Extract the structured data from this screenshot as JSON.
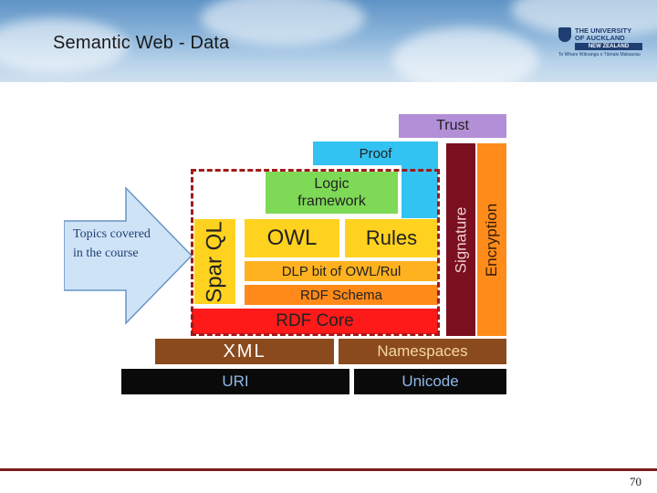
{
  "header": {
    "title": "Semantic Web - Data"
  },
  "logo": {
    "line1": "THE UNIVERSITY",
    "line2": "OF AUCKLAND",
    "line3": "NEW ZEALAND",
    "tagline": "Te Whare Wānanga o Tāmaki Makaurau"
  },
  "diagram": {
    "callout": "Topics covered in the course",
    "layers": {
      "trust": "Trust",
      "proof": "Proof",
      "logic": "Logic framework",
      "sparql": "Spar QL",
      "owl": "OWL",
      "rules": "Rules",
      "dlp": "DLP bit of OWL/Rul",
      "rdf_schema": "RDF Schema",
      "rdf_core": "RDF Core",
      "signature": "Signature",
      "encryption": "Encryption",
      "xml": "XML",
      "namespaces": "Namespaces",
      "uri": "URI",
      "unicode": "Unicode"
    },
    "colors": {
      "trust": "#b38fd8",
      "proof": "#33c3f3",
      "logic": "#7ed957",
      "sparql": "#ffd21f",
      "owl": "#ffd21f",
      "rules": "#ffd21f",
      "dlp": "#ffb21f",
      "rdf_schema": "#ff8a1a",
      "rdf_core": "#ff1a1a",
      "signature": "#7a0f1f",
      "encryption": "#ff8c1a",
      "xml": "#8b4a1e",
      "namespaces": "#8b4a1e",
      "uri": "#0a0a0a",
      "unicode": "#0a0a0a",
      "dashed_border": "#a01a1a",
      "arrow_fill": "#cfe3f7",
      "arrow_stroke": "#6a95c7"
    }
  },
  "footer": {
    "page": "70"
  }
}
